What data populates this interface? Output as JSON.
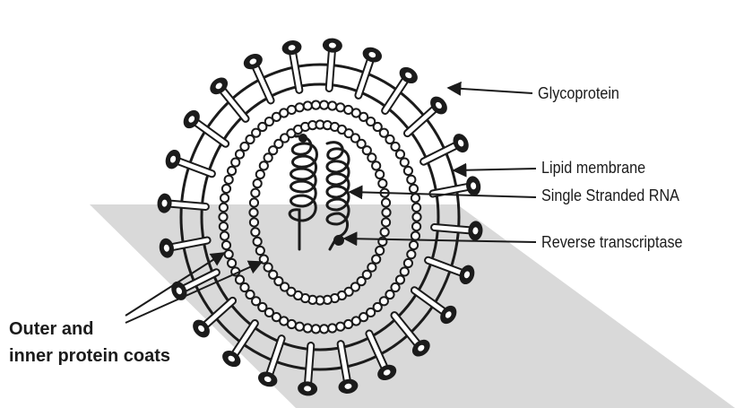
{
  "diagram": {
    "labels": {
      "glycoprotein": "Glycoprotein",
      "lipid_membrane": "Lipid membrane",
      "rna": "Single Stranded RNA",
      "reverse_transcriptase": "Reverse transcriptase",
      "coats_line1": "Outer and",
      "coats_line2": "inner protein coats"
    },
    "colors": {
      "ink": "#1b1b1b",
      "shadow": "#d9d9d9"
    }
  }
}
